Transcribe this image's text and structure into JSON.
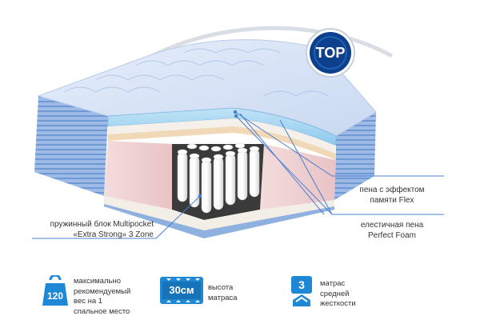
{
  "badge": {
    "text": "TOP"
  },
  "callouts": {
    "memory_foam": {
      "line1": "пена с эффектом",
      "line2": "памяти Flex"
    },
    "elastic_foam": {
      "line1": "елестичная пена",
      "line2": "Perfect Foam"
    },
    "spring_block": {
      "line1": "пружинный блок Multipocket",
      "line2": "«Extra Strong» 3 Zone"
    }
  },
  "features": [
    {
      "icon": "weight-icon",
      "value": "120",
      "lines": [
        "максимально",
        "рекомендуемый",
        "вес на 1",
        "спальное место"
      ]
    },
    {
      "icon": "height-icon",
      "value": "30см",
      "lines": [
        "высота",
        "матраса"
      ]
    },
    {
      "icon": "firmness-icon",
      "value": "3",
      "lines": [
        "матрас",
        "средней",
        "жесткости"
      ]
    }
  ],
  "colors": {
    "accent_blue": "#2a78c8",
    "line_blue": "#4a7fd0",
    "badge_dark": "#0d3f8c",
    "icon_blue": "#1e88d6",
    "side_fabric": "#7fa7d9"
  }
}
